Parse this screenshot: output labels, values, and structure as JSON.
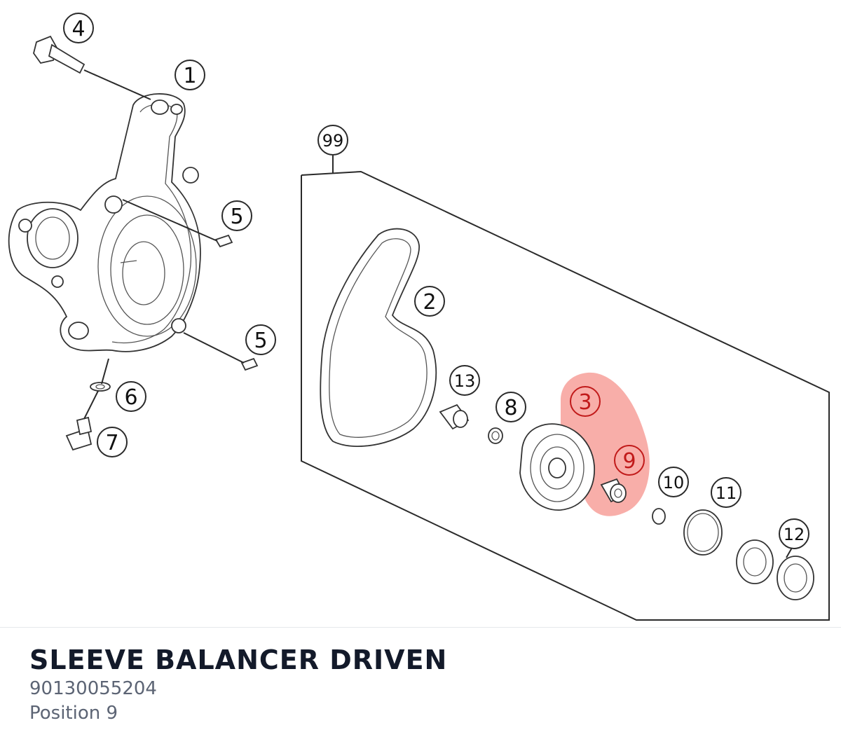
{
  "part": {
    "title": "SLEEVE BALANCER DRIVEN",
    "number": "90130055204",
    "position": "Position 9"
  },
  "callouts": {
    "c1": "1",
    "c2": "2",
    "c3": "3",
    "c4": "4",
    "c5a": "5",
    "c5b": "5",
    "c6": "6",
    "c7": "7",
    "c8": "8",
    "c9": "9",
    "c10": "10",
    "c11": "11",
    "c12": "12",
    "c13": "13",
    "c99": "99"
  },
  "highlight": {
    "color": "#f26b62",
    "numbers": [
      "3",
      "9"
    ]
  }
}
